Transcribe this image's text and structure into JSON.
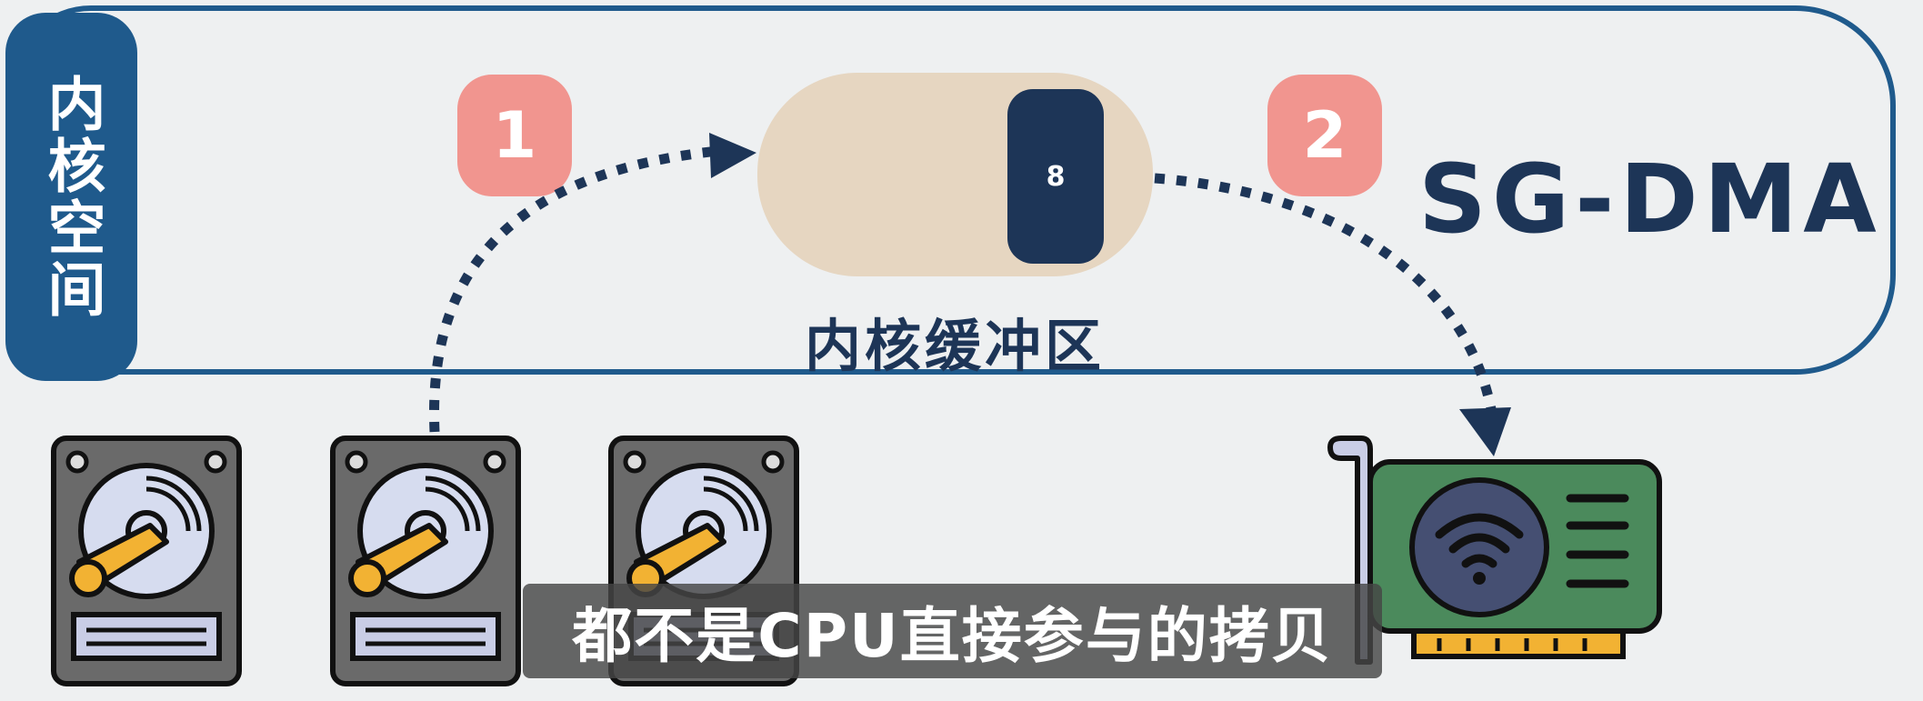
{
  "kernel_space": {
    "label": "内核空间"
  },
  "steps": {
    "one": "1",
    "two": "2"
  },
  "kernel_buffer": {
    "label": "内核缓冲区",
    "block_value": "8"
  },
  "technique": {
    "label": "SG-DMA"
  },
  "caption": {
    "text": "都不是CPU直接参与的拷贝"
  },
  "devices": {
    "disks": [
      "hard-disk",
      "hard-disk",
      "hard-disk"
    ],
    "network_card": "network-card"
  },
  "colors": {
    "kernel_blue": "#1f5a8c",
    "navy": "#1d3557",
    "badge_pink": "#f1958f",
    "buffer_beige": "#e6d6c1",
    "nic_green": "#4b8a5c",
    "disk_gold": "#f2b233"
  }
}
